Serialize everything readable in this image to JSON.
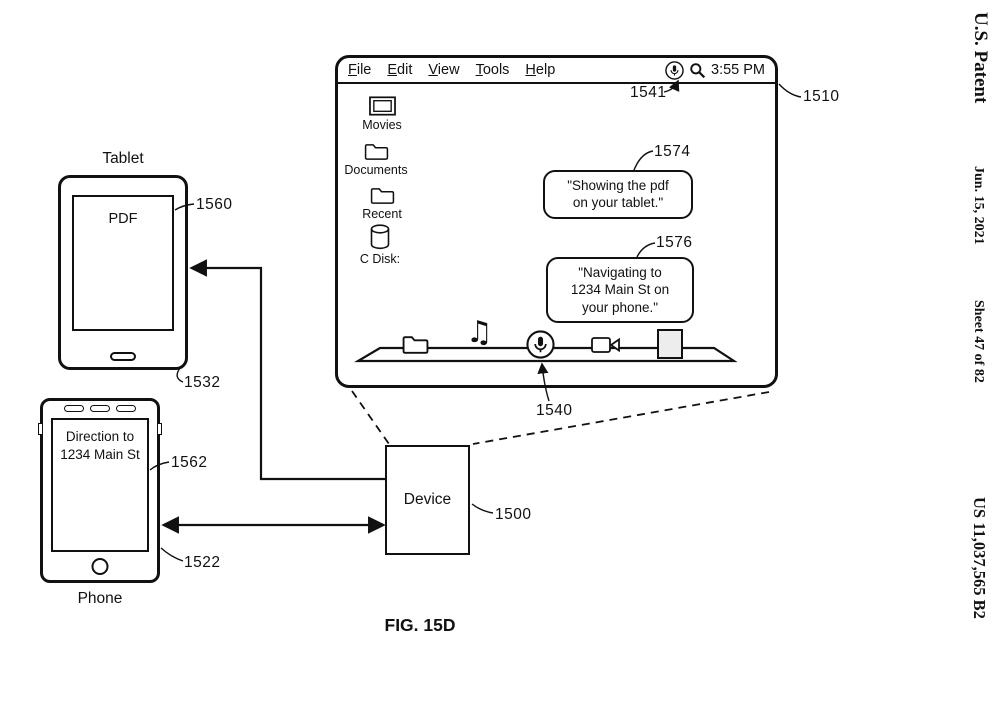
{
  "patent": {
    "publication": "U.S. Patent",
    "date": "Jun. 15, 2021",
    "sheet": "Sheet 47 of 82",
    "number": "US 11,037,565 B2"
  },
  "figure": {
    "caption": "FIG. 15D"
  },
  "monitor": {
    "menu": {
      "items": [
        "File",
        "Edit",
        "View",
        "Tools",
        "Help"
      ]
    },
    "statusbar": {
      "clock": "3:55 PM",
      "icons": [
        "microphone-icon",
        "search-icon"
      ]
    },
    "desktop_icons": [
      {
        "label": "Movies",
        "icon": "display-icon"
      },
      {
        "label": "Documents",
        "icon": "folder-icon"
      },
      {
        "label": "Recent",
        "icon": "folder-icon"
      },
      {
        "label": "C Disk:",
        "icon": "disk-cylinder-icon"
      }
    ],
    "bubbles": {
      "tablet": "\"Showing the pdf\non your tablet.\"",
      "phone": "\"Navigating to\n1234 Main St on\nyour phone.\""
    },
    "dock": {
      "icons": [
        "folder-icon",
        "music-note-icon",
        "microphone-icon",
        "video-camera-icon",
        "window-icon"
      ],
      "note_glyph": "♫"
    }
  },
  "tablet": {
    "caption": "Tablet",
    "screen_text": "PDF"
  },
  "phone": {
    "caption": "Phone",
    "screen_text": "Direction to\n1234 Main St"
  },
  "device": {
    "label": "Device"
  },
  "refs": {
    "screen": "1510",
    "menu_mic": "1541",
    "bubble_tablet": "1574",
    "bubble_phone": "1576",
    "dock_mic": "1540",
    "tablet_screen": "1560",
    "tablet_body": "1532",
    "phone_screen": "1562",
    "phone_body": "1522",
    "device": "1500"
  }
}
